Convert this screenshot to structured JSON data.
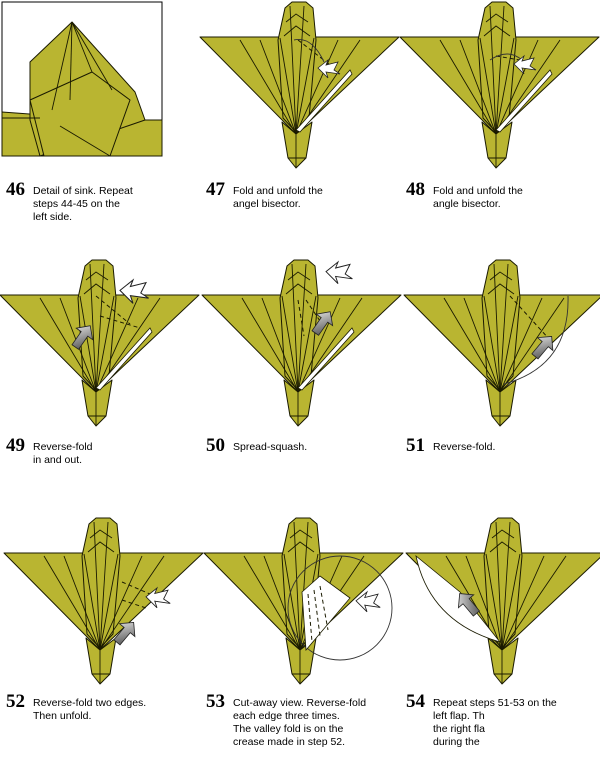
{
  "steps": [
    {
      "number": "46",
      "text": "Detail of sink. Repeat\nsteps 44-45 on the\nleft side."
    },
    {
      "number": "47",
      "text": "Fold and unfold the\nangel bisector."
    },
    {
      "number": "48",
      "text": "Fold and unfold the\nangle bisector."
    },
    {
      "number": "49",
      "text": "Reverse-fold\nin and out."
    },
    {
      "number": "50",
      "text": "Spread-squash."
    },
    {
      "number": "51",
      "text": "Reverse-fold."
    },
    {
      "number": "52",
      "text": "Reverse-fold two edges.\nThen unfold."
    },
    {
      "number": "53",
      "text": "Cut-away view. Reverse-fold\neach edge three times.\nThe valley fold is on the\ncrease made in step 52."
    },
    {
      "number": "54",
      "text": "Repeat steps 51-53 on the\nleft flap. Th\nthe right fla\nduring the"
    }
  ],
  "colors": {
    "paper": "#b9b531",
    "line": "#1a1a00",
    "arrow": "#666666"
  }
}
